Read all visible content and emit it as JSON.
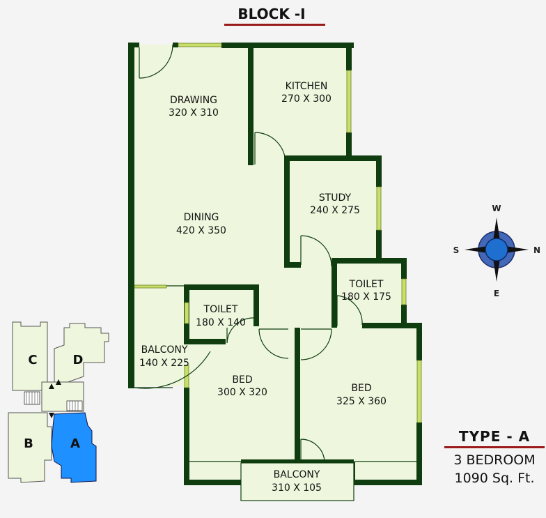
{
  "header": {
    "title": "BLOCK -I"
  },
  "rooms": {
    "drawing": {
      "name": "DRAWING",
      "size": "320 X 310"
    },
    "kitchen": {
      "name": "KITCHEN",
      "size": "270 X 300"
    },
    "study": {
      "name": "STUDY",
      "size": "240 X 275"
    },
    "dining": {
      "name": "DINING",
      "size": "420 X 350"
    },
    "toilet_right": {
      "name": "TOILET",
      "size": "180 X 175"
    },
    "toilet_left": {
      "name": "TOILET",
      "size": "180 X 140"
    },
    "balcony_left": {
      "name": "BALCONY",
      "size": "140 X 225"
    },
    "bed_left": {
      "name": "BED",
      "size": "300 X 320"
    },
    "bed_right": {
      "name": "BED",
      "size": "325 X 360"
    },
    "balcony_bottom": {
      "name": "BALCONY",
      "size": "310 X 105"
    }
  },
  "compass": {
    "north": "N",
    "south": "S",
    "east": "E",
    "west": "W"
  },
  "key_plan": {
    "blocks": [
      "C",
      "D",
      "B",
      "A"
    ],
    "highlighted": "A",
    "highlight_color": "#1e90ff"
  },
  "type_info": {
    "title": "TYPE - A",
    "bedrooms": "3 BEDROOM",
    "area": "1090 Sq. Ft."
  },
  "colors": {
    "floor": "#eef7dd",
    "wall": "#0f3d0f",
    "window": "#c8e06a",
    "accent_line": "#9b1b1b"
  }
}
